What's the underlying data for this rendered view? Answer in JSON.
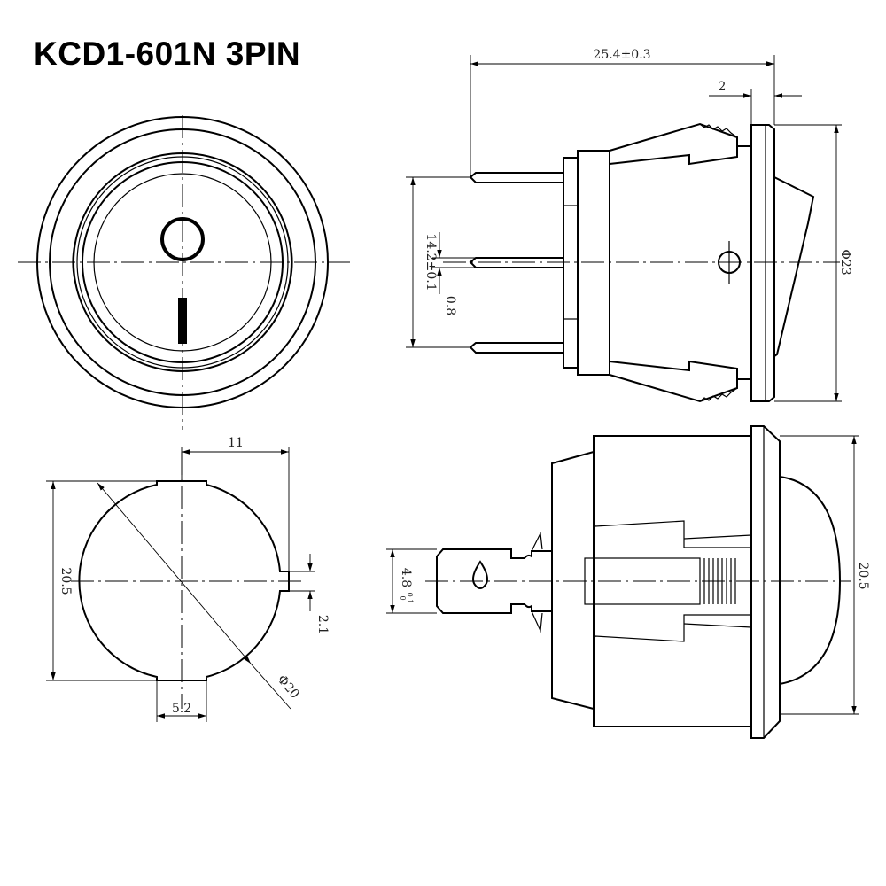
{
  "title": "KCD1-601N 3PIN",
  "dimensions": {
    "overall_length": "25.4±0.3",
    "flange_thickness": "2",
    "pin_pitch": "14.2±0.1",
    "pin_thickness": "0.8",
    "flange_diameter": "Φ23",
    "body_width": "11",
    "body_height": "20.5",
    "cutout_diameter": "Φ20",
    "notch_width": "5.2",
    "tab_depth": "2.1",
    "terminal_width": "4.8",
    "terminal_tolerance_upper": "0",
    "terminal_tolerance_lower": "0.1",
    "side_height": "20.5"
  }
}
